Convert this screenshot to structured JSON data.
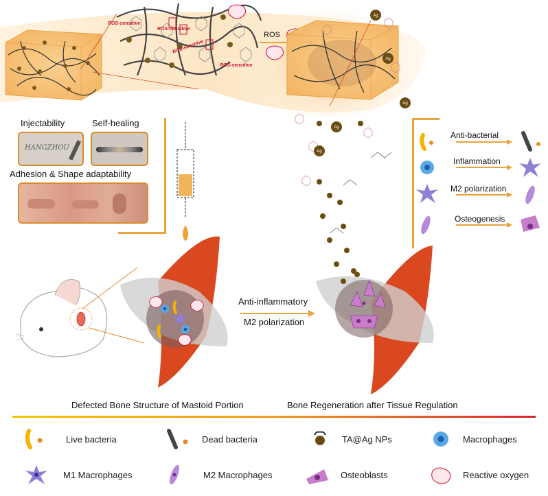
{
  "top": {
    "ros_sensitive_labels": [
      "ROS-sensitive",
      "ROS-sensitive",
      "ROS-sensitive",
      "ROS-sensitive"
    ],
    "ros_arrow_label": "ROS",
    "ros_bubble": "ROS",
    "ag_label": "Ag"
  },
  "properties_panel": {
    "injectability": "Injectability",
    "self_healing": "Self-healing",
    "adhesion": "Adhesion & Shape adaptability",
    "writing_sample": "HANGZHOU"
  },
  "effects_panel": {
    "items": [
      {
        "label": "Anti-bacterial"
      },
      {
        "label": "Inflammation"
      },
      {
        "label": "M2 polarization"
      },
      {
        "label": "Osteogenesis"
      }
    ]
  },
  "middle": {
    "arrow_line1": "Anti-inflammatory",
    "arrow_line2": "M2 polarization",
    "caption_left": "Defected Bone Structure of Mastoid Portion",
    "caption_right": "Bone Regeneration after Tissue Regulation"
  },
  "legend": {
    "items": [
      {
        "label": "Live bacteria",
        "icon": "live-bacteria-icon"
      },
      {
        "label": "Dead bacteria",
        "icon": "dead-bacteria-icon"
      },
      {
        "label": "TA@Ag NPs",
        "icon": "ta-ag-nps-icon"
      },
      {
        "label": "Macrophages",
        "icon": "macrophage-icon"
      },
      {
        "label": "M1 Macrophages",
        "icon": "m1-macrophage-icon"
      },
      {
        "label": "M2 Macrophages",
        "icon": "m2-macrophage-icon"
      },
      {
        "label": "Osteoblasts",
        "icon": "osteoblast-icon"
      },
      {
        "label": "Reactive oxygen",
        "icon": "reactive-oxygen-icon"
      }
    ]
  },
  "colors": {
    "accent_orange": "#e8a33c",
    "muscle_red": "#d9481f",
    "divider_start": "#f5c300",
    "divider_end": "#d7262d",
    "ros_red": "#c8102e"
  }
}
